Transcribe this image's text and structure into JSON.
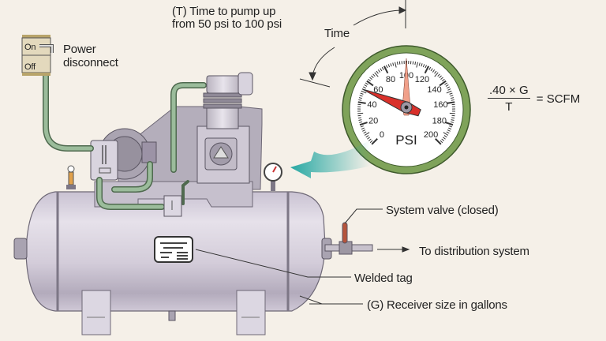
{
  "labels": {
    "time_to_pump_line1": "(T) Time to pump up",
    "time_to_pump_line2": "from 50 psi to 100 psi",
    "time": "Time",
    "power_line1": "Power",
    "power_line2": "disconnect",
    "switch_on": "On",
    "switch_off": "Off",
    "system_valve": "System valve (closed)",
    "distribution": "To distribution system",
    "welded_tag": "Welded tag",
    "receiver_size": "(G) Receiver size in gallons"
  },
  "formula": {
    "numerator": ".40 × G",
    "denominator": "T",
    "result": "= SCFM"
  },
  "gauge": {
    "unit": "PSI",
    "ticks": [
      "0",
      "20",
      "40",
      "60",
      "80",
      "100",
      "120",
      "140",
      "160",
      "180",
      "200"
    ],
    "min": 0,
    "max": 200,
    "needle_value": 50,
    "target_value": 100
  },
  "colors": {
    "background": "#f5f0e8",
    "tank": "#d8d2de",
    "hose": "#8fb08f",
    "gauge_rim": "#7fa35a",
    "needle": "#d9302a",
    "target_needle": "#f0a08a",
    "arrow": "#3fb3ad",
    "valve_handle": "#b5543c"
  }
}
